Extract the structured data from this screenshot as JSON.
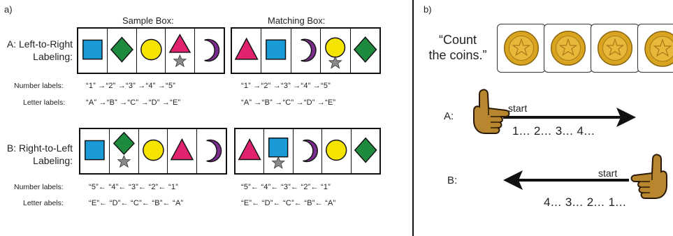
{
  "panel_a": {
    "label": "a)",
    "sample_title": "Sample Box:",
    "matching_title": "Matching Box:",
    "conditions": [
      {
        "label_line1": "A: Left-to-Right",
        "label_line2": "Labeling:",
        "number_caption": "Number labels:",
        "letter_caption": "Letter labels:",
        "sample_numbers": "“1” →“2” →“3” →“4” →“5”",
        "sample_letters": "“A” →“B” →“C” →“D” →“E”",
        "matching_numbers": "“1” →“2” →“3” →“4” →“5”",
        "matching_letters": "“A” →“B” →“C” →“D” →“E”"
      },
      {
        "label_line1": "B: Right-to-Left",
        "label_line2": "Labeling:",
        "number_caption": "Number labels:",
        "letter_caption": "Letter abels:",
        "sample_numbers": "“5”← “4”← “3”← “2”← “1”",
        "sample_letters": "“E”← “D”← “C”← “B”← “A”",
        "matching_numbers": "“5”← “4”← “3”← “2”← “1”",
        "matching_letters": "“E”← “D”← “C”← “B”← “A”"
      }
    ]
  },
  "panel_b": {
    "label": "b)",
    "quote_line1": "“Count",
    "quote_line2": "the coins.”",
    "coin_count": 4,
    "condition_a": {
      "label": "A:",
      "start": "start",
      "count": "1... 2... 3... 4..."
    },
    "condition_b": {
      "label": "B:",
      "start": "start",
      "count": "4... 3... 2... 1..."
    }
  },
  "colors": {
    "square": "#1a9ad6",
    "diamond": "#1e8a3e",
    "circle": "#f5e400",
    "triangle": "#e0226f",
    "moon": "#7b2d8e",
    "star": "#8a8a8a",
    "coin": "#d9a520",
    "hand": "#b8862e"
  }
}
